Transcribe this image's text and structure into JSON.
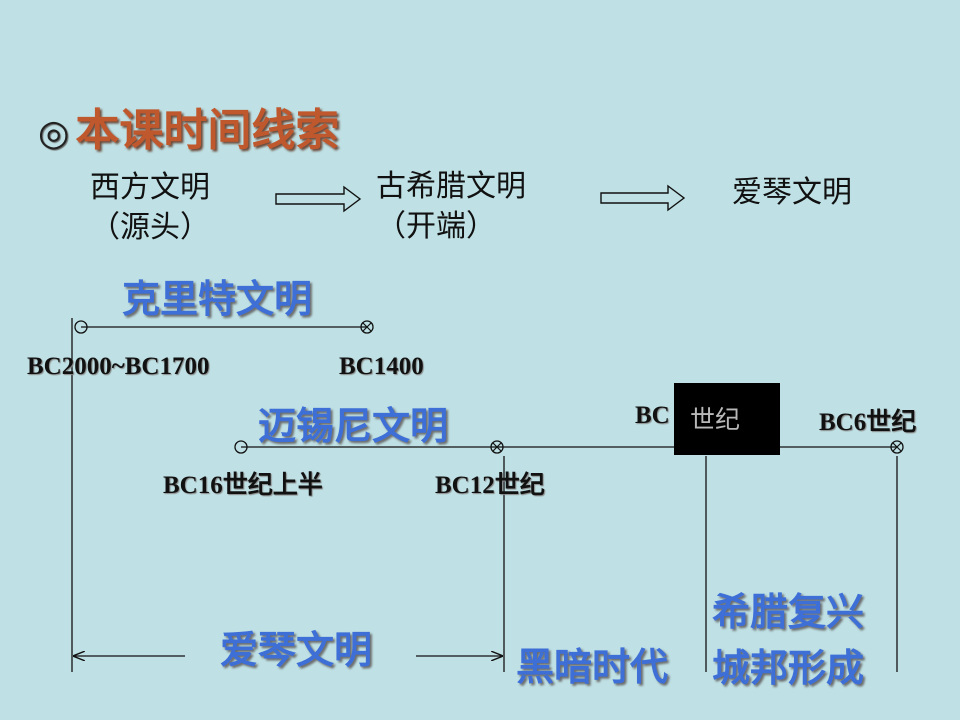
{
  "title": {
    "bullet": "◎",
    "text": "本课时间线索"
  },
  "flow": {
    "item1_line1": "西方文明",
    "item1_line2": "（源头）",
    "item2_line1": "古希腊文明",
    "item2_line2": "（开端）",
    "item3": "爱琴文明"
  },
  "timelines": {
    "crete": {
      "name": "克里特文明",
      "start": "BC2000~BC1700",
      "end": "BC1400"
    },
    "mycenae": {
      "name": "迈锡尼文明",
      "start": "BC16世纪上半",
      "end": "BC12世纪"
    },
    "later": {
      "start_visible": "BC",
      "start_covered": "世纪",
      "end": "BC6世纪"
    }
  },
  "periods": {
    "aegean": "爱琴文明",
    "dark_age": "黑暗时代",
    "revival_line1": "希腊复兴",
    "revival_line2": "城邦形成"
  },
  "colors": {
    "background": "#bfe1e5",
    "title": "#c0582e",
    "civilization_label": "#3d6fd6",
    "line": "#111111"
  }
}
